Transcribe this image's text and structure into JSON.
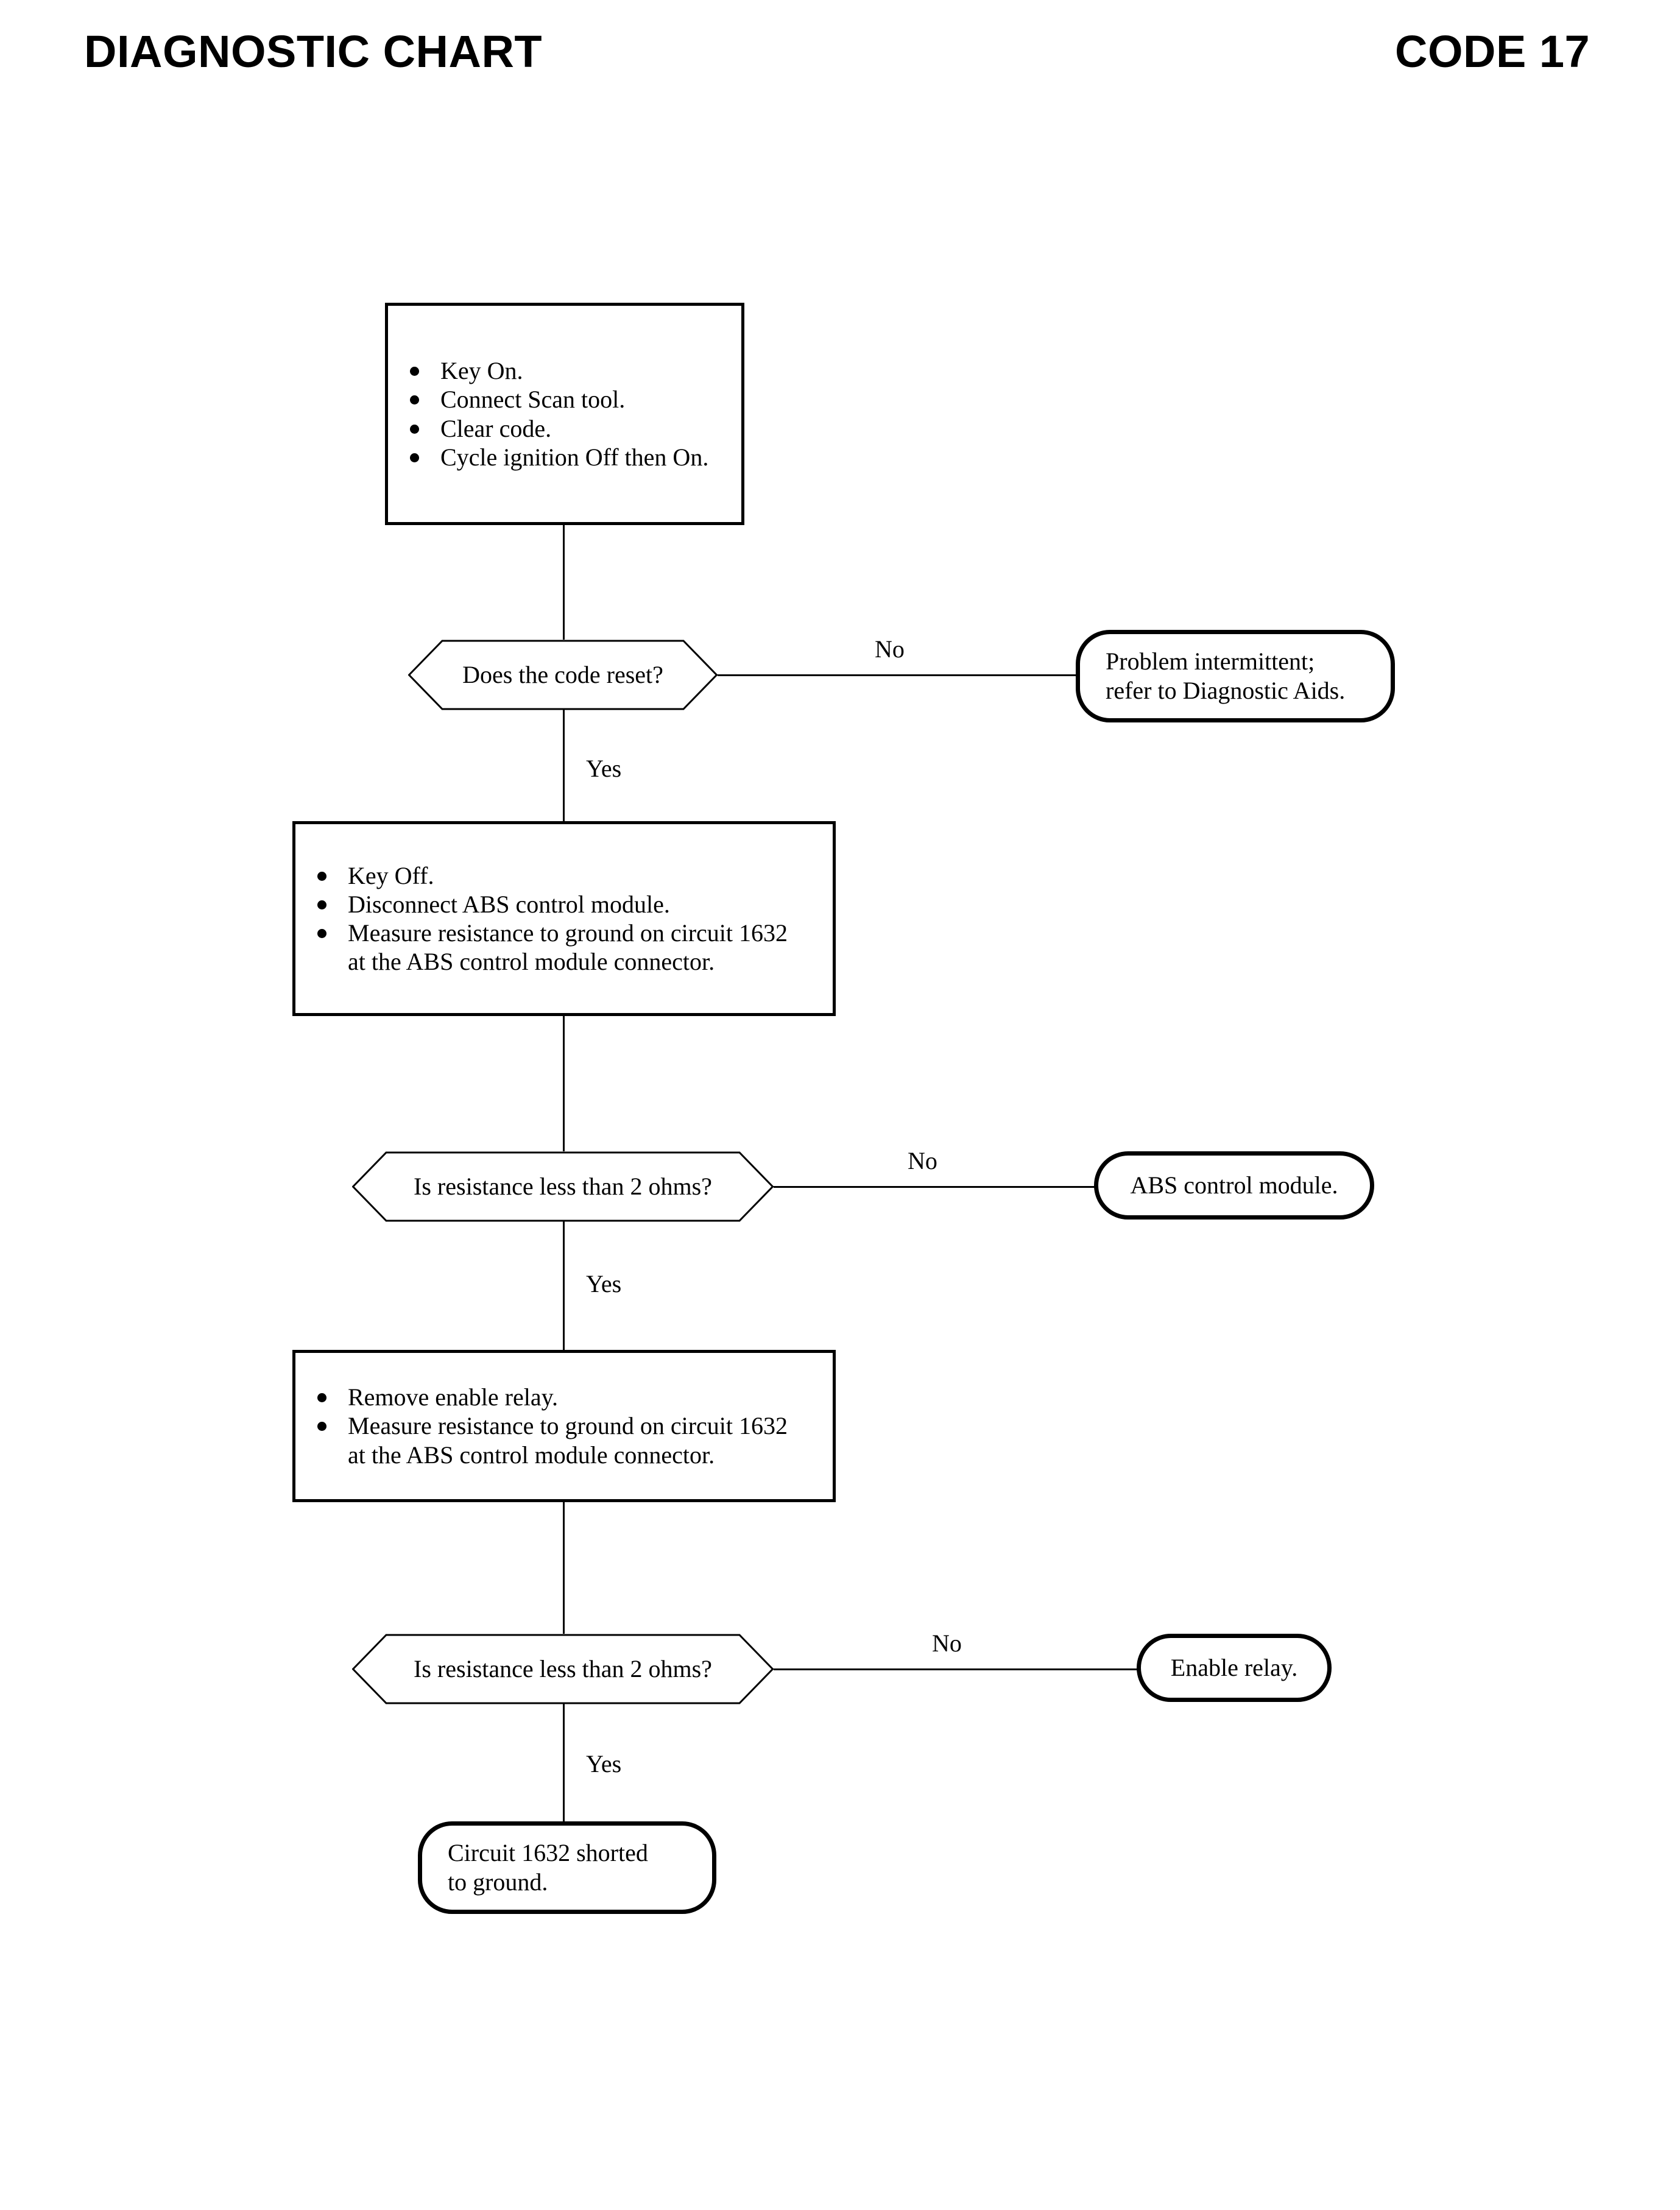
{
  "header": {
    "title": "DIAGNOSTIC CHART",
    "code": "CODE 17"
  },
  "colors": {
    "ink": "#000000",
    "paper": "#ffffff"
  },
  "flow": {
    "step1": {
      "type": "process",
      "bullets": [
        "Key On.",
        "Connect Scan tool.",
        "Clear code.",
        "Cycle ignition Off then On."
      ]
    },
    "decision1": {
      "type": "decision",
      "question": "Does the code reset?",
      "no_label": "No",
      "yes_label": "Yes"
    },
    "terminal1": {
      "type": "terminal",
      "text": "Problem intermittent;\nrefer to Diagnostic Aids."
    },
    "step2": {
      "type": "process",
      "bullets": [
        "Key Off.",
        "Disconnect ABS control module.",
        "Measure resistance to ground on circuit 1632\nat the ABS control module connector."
      ]
    },
    "decision2": {
      "type": "decision",
      "question": "Is resistance less than 2 ohms?",
      "no_label": "No",
      "yes_label": "Yes"
    },
    "terminal2": {
      "type": "terminal",
      "text": "ABS control module."
    },
    "step3": {
      "type": "process",
      "bullets": [
        "Remove enable relay.",
        "Measure resistance to ground on circuit 1632\nat the ABS control module connector."
      ]
    },
    "decision3": {
      "type": "decision",
      "question": "Is resistance less than 2 ohms?",
      "no_label": "No",
      "yes_label": "Yes"
    },
    "terminal3": {
      "type": "terminal",
      "text": "Enable relay."
    },
    "terminal4": {
      "type": "terminal",
      "text": "Circuit 1632 shorted\nto ground."
    }
  }
}
